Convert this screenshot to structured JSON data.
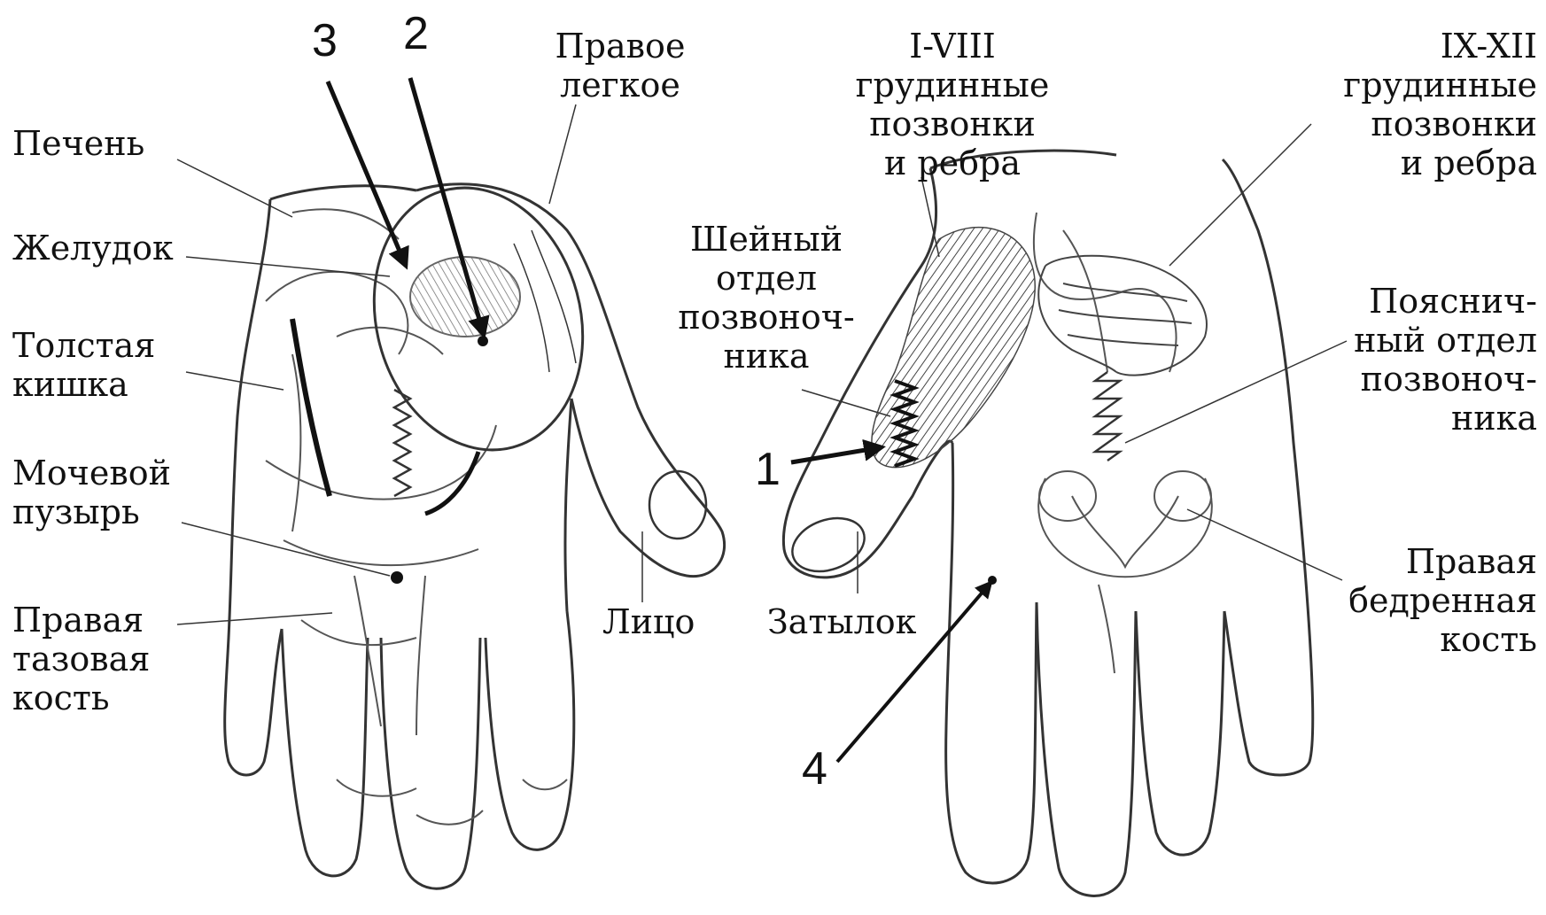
{
  "palm_labels": {
    "liver": "Печень",
    "stomach": "Желудок",
    "colon": [
      "Толстая",
      "кишка"
    ],
    "bladder": [
      "Мочевой",
      "пузырь"
    ],
    "pelvis": [
      "Правая",
      "тазовая",
      "кость"
    ],
    "right_lung": [
      "Правое",
      "легкое"
    ],
    "face": "Лицо"
  },
  "back_labels": {
    "thoracic_1_8": [
      "I-VIII",
      "грудинные",
      "позвонки",
      "и ребра"
    ],
    "thoracic_9_12": [
      "IX-XII",
      "грудинные",
      "позвонки",
      "и ребра"
    ],
    "cervical": [
      "Шейный",
      "отдел",
      "позвоноч-",
      "ника"
    ],
    "lumbar": [
      "Пояснич-",
      "ный отдел",
      "позвоноч-",
      "ника"
    ],
    "occiput": "Затылок",
    "femur": [
      "Правая",
      "бедренная",
      "кость"
    ]
  },
  "markers": [
    "1",
    "2",
    "3",
    "4"
  ],
  "colors": {
    "ink": "#111111",
    "sketch": "#555555",
    "shade": "#9a9a9a",
    "background": "#ffffff"
  }
}
